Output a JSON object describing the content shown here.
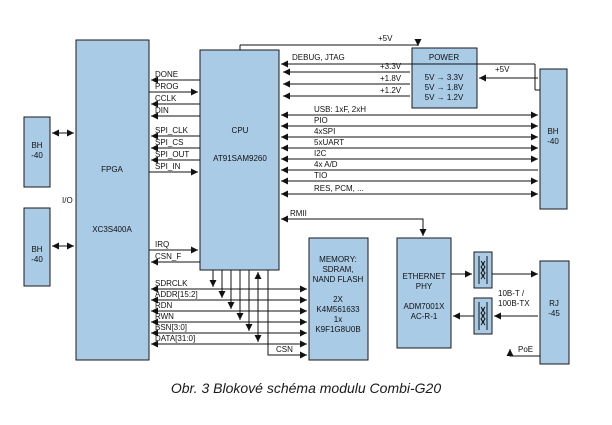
{
  "caption": "Obr. 3  Blokové schéma modulu Combi-G20",
  "blocks": {
    "bh_top": [
      "BH",
      "-40"
    ],
    "bh_bottom": [
      "BH",
      "-40"
    ],
    "io": "I/O",
    "fpga": [
      "FPGA",
      "XC3S400A"
    ],
    "cpu": [
      "CPU",
      "AT91SAM9260"
    ],
    "power": [
      "POWER",
      "5V → 3.3V",
      "5V → 1.8V",
      "5V → 1.2V"
    ],
    "bh_right": [
      "BH",
      "-40"
    ],
    "memory": [
      "MEMORY:",
      "SDRAM,",
      "NAND FLASH",
      "2X",
      "K4M561633",
      "1x",
      "K9F1G8U0B"
    ],
    "ethernet": [
      "ETHERNET",
      "PHY",
      "ADM7001X",
      "AC-R-1"
    ],
    "rj": [
      "RJ",
      "-45"
    ]
  },
  "signals": {
    "fpga_cpu": [
      "DONE",
      "PROG",
      "CCLK",
      "DIN",
      "SPI_CLK",
      "SPI_CS",
      "SPI_OUT",
      "SPI_IN",
      "IRQ",
      "CSN_F"
    ],
    "bus": [
      "SDRCLK",
      "ADDR[15:2]",
      "RDN",
      "RWN",
      "BSN[3:0]",
      "DATA[31:0]"
    ],
    "csn": "CSN",
    "cpu_right": [
      "USB: 1xF, 2xH",
      "PIO",
      "4xSPI",
      "5xUART",
      "I2C",
      "4x A/D",
      "TIO",
      "RES, PCM, ..."
    ],
    "rmii": "RMII",
    "debug": "DEBUG, JTAG",
    "p5v_top": "+5V",
    "p5v_right": "+5V",
    "rails": [
      "+3.3V",
      "+1.8V",
      "+1.2V"
    ],
    "tx": [
      "10B-T /",
      "100B-TX"
    ],
    "poe": "PoE"
  }
}
